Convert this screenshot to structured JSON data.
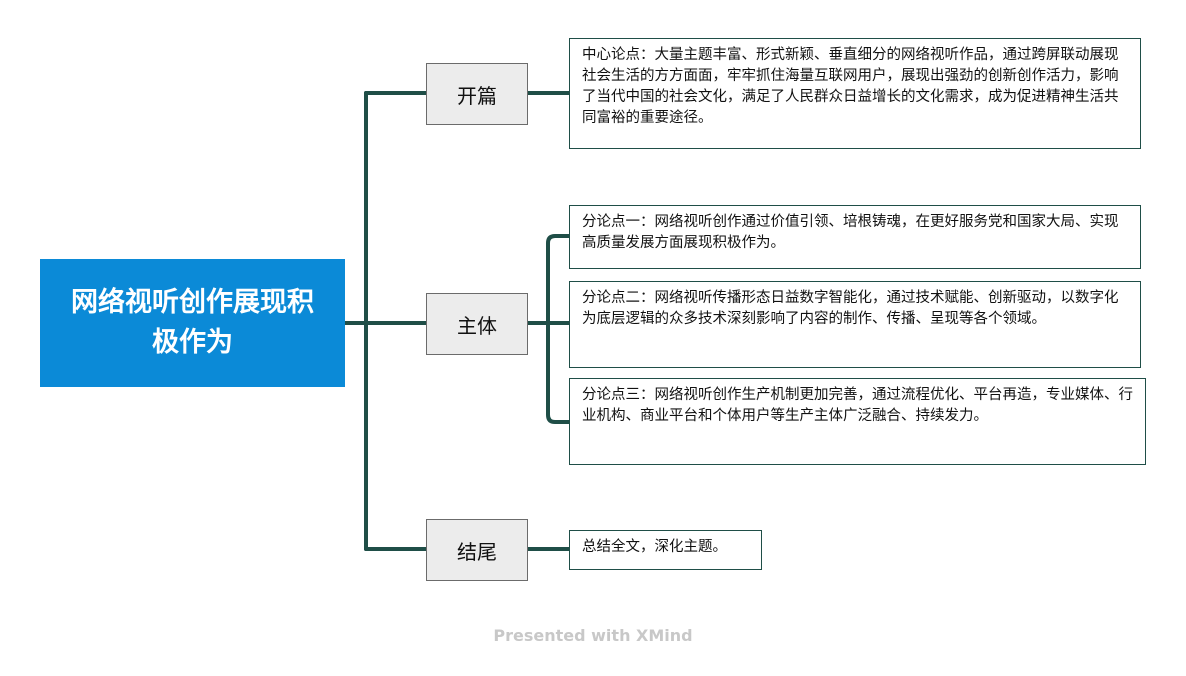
{
  "root": {
    "title": "网络视听创作展现积极作为"
  },
  "branches": [
    {
      "label": "开篇",
      "leaves": [
        "中心论点：大量主题丰富、形式新颖、垂直细分的网络视听作品，通过跨屏联动展现社会生活的方方面面，牢牢抓住海量互联网用户，展现出强劲的创新创作活力，影响了当代中国的社会文化，满足了人民群众日益增长的文化需求，成为促进精神生活共同富裕的重要途径。"
      ]
    },
    {
      "label": "主体",
      "leaves": [
        "分论点一：网络视听创作通过价值引领、培根铸魂，在更好服务党和国家大局、实现高质量发展方面展现积极作为。",
        "分论点二：网络视听传播形态日益数字智能化，通过技术赋能、创新驱动，以数字化为底层逻辑的众多技术深刻影响了内容的制作、传播、呈现等各个领域。",
        "分论点三：网络视听创作生产机制更加完善，通过流程优化、平台再造，专业媒体、行业机构、商业平台和个体用户等生产主体广泛融合、持续发力。"
      ]
    },
    {
      "label": "结尾",
      "leaves": [
        "总结全文，深化主题。"
      ]
    }
  ],
  "footer": {
    "text": "Presented with XMind"
  },
  "colors": {
    "root": "#0b8ad7",
    "connector": "#1f4e47",
    "branch_fill": "#ececec"
  }
}
